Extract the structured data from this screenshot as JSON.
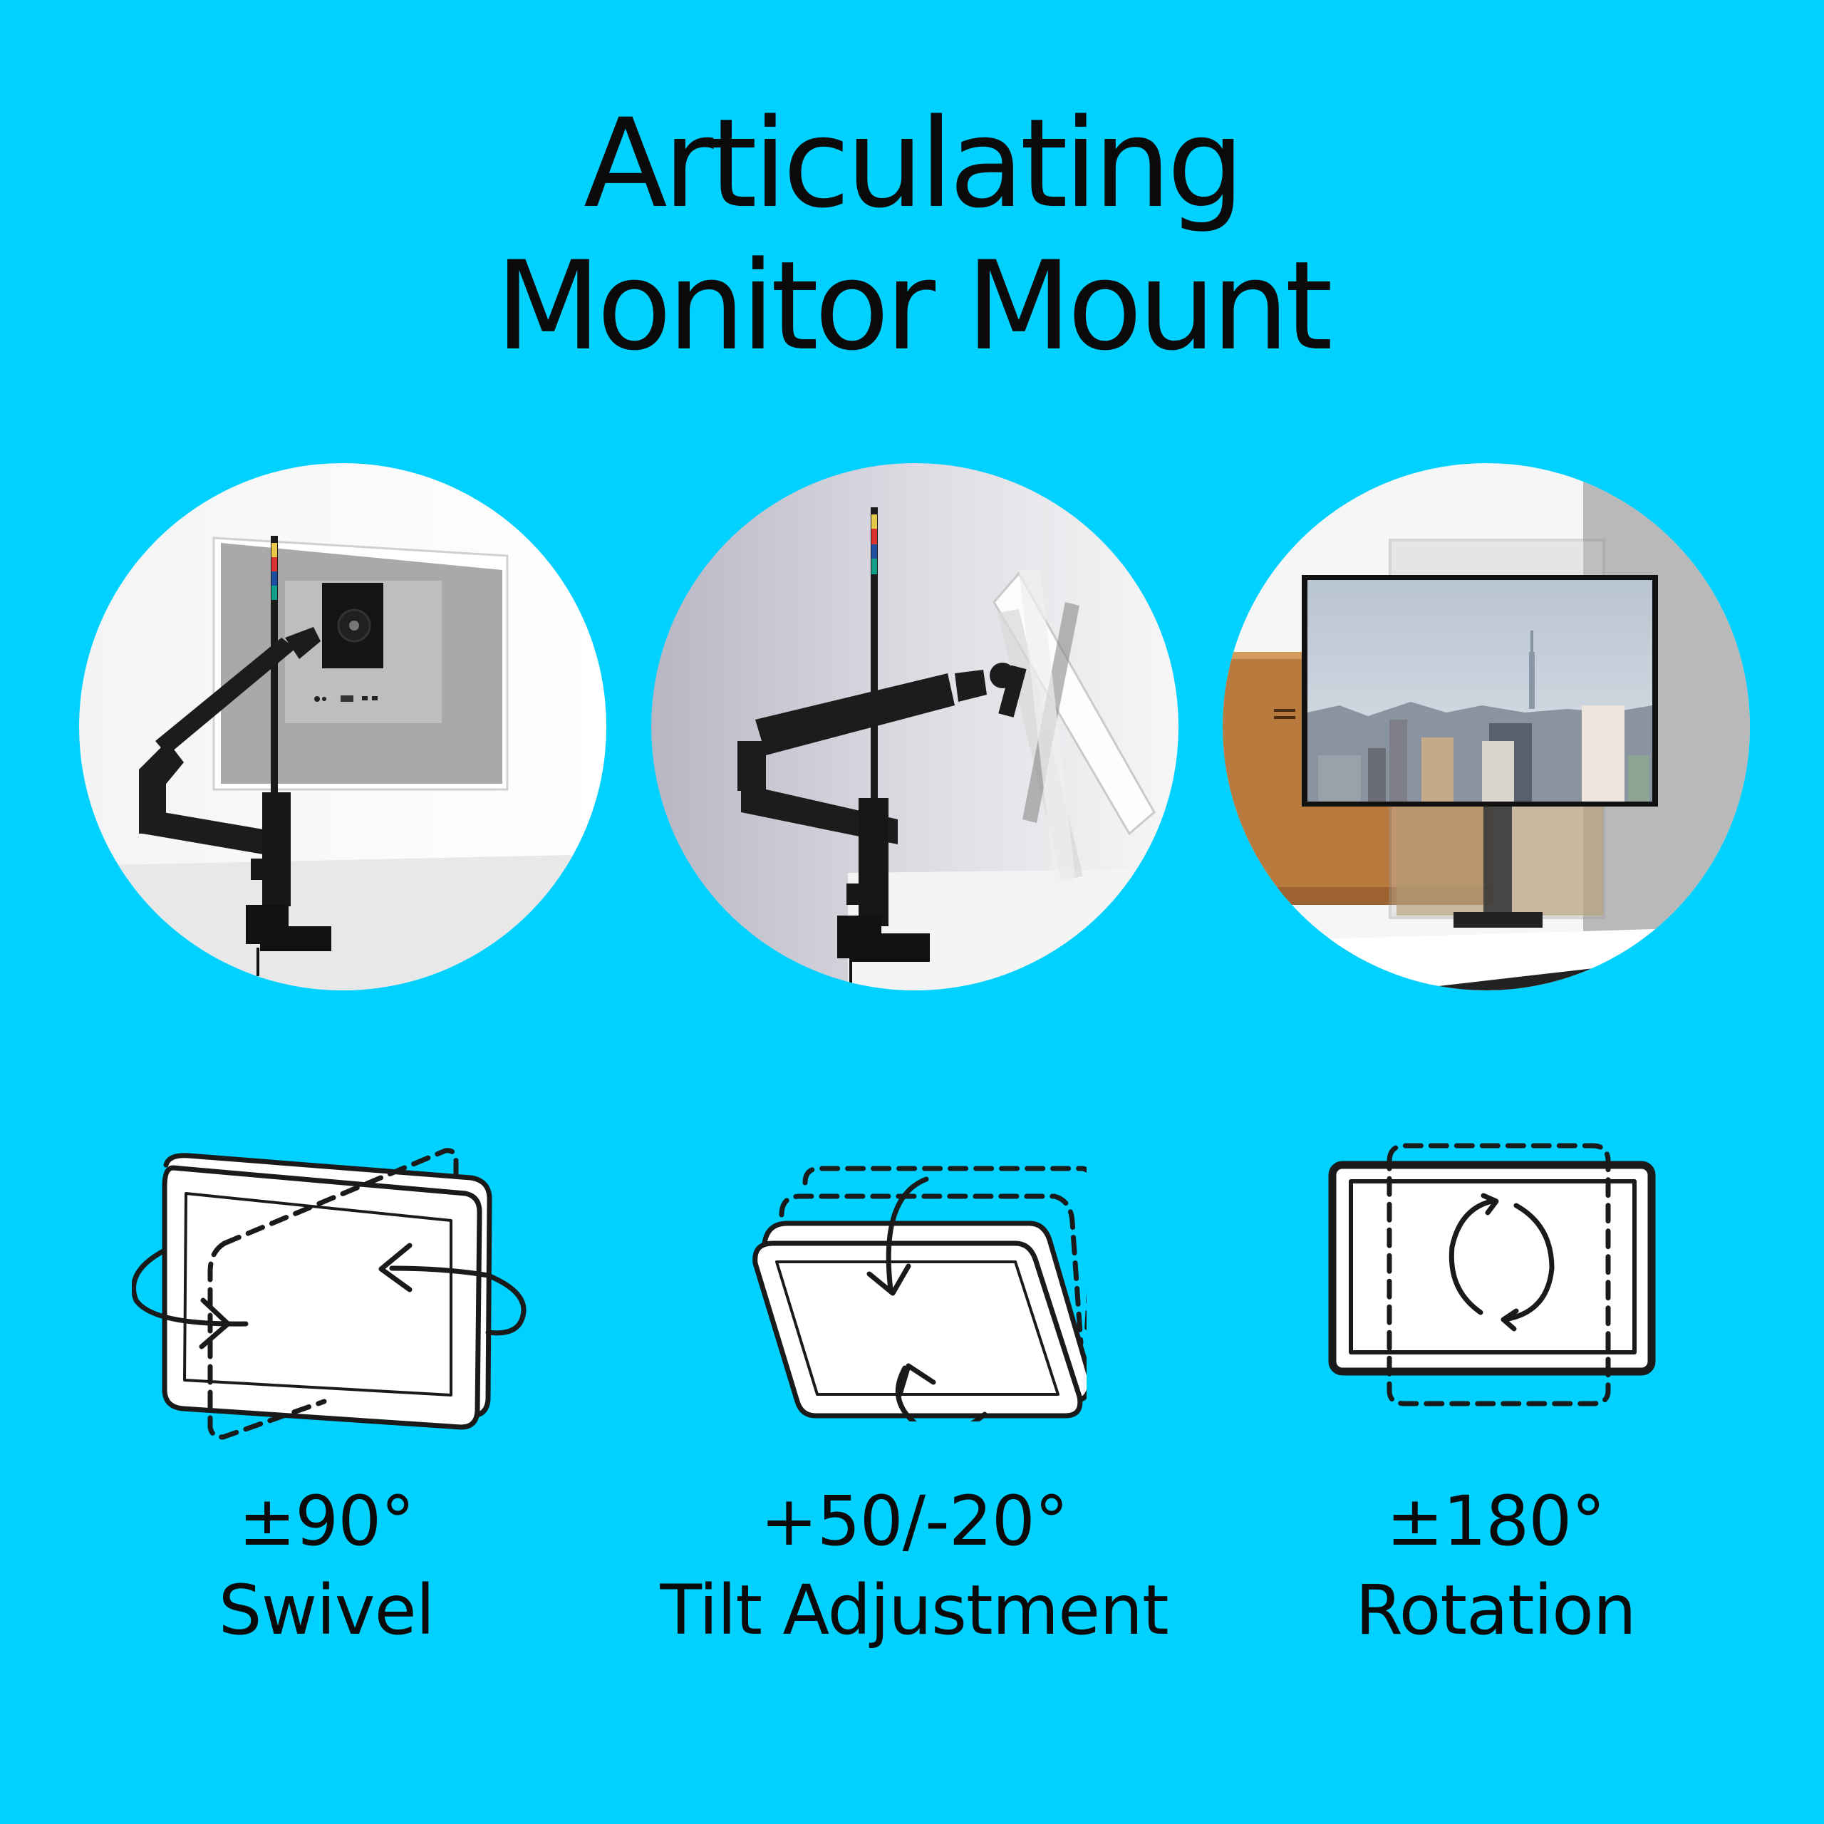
{
  "colors": {
    "background": "#00D1FF",
    "ink": "#0A0A0A",
    "icon_fill": "#FFFFFF",
    "pole_stripes": [
      "#E6C84A",
      "#D8332E",
      "#1E4FA0",
      "#10A08A"
    ]
  },
  "title": {
    "line1": "Articulating",
    "line2": "Monitor Mount"
  },
  "photos": [
    {
      "name": "swivel-photo",
      "description": "Monitor arm with monitor swiveled, rear view"
    },
    {
      "name": "tilt-photo",
      "description": "Monitor arm with monitor tilted, side view"
    },
    {
      "name": "rotation-photo",
      "description": "Monitor rotated from portrait to landscape showing city skyline"
    }
  ],
  "features": [
    {
      "icon": "swivel-icon",
      "value": "±90°",
      "label": "Swivel"
    },
    {
      "icon": "tilt-icon",
      "value": "+50/-20°",
      "label": "Tilt Adjustment"
    },
    {
      "icon": "rotation-icon",
      "value": "±180°",
      "label": "Rotation"
    }
  ]
}
